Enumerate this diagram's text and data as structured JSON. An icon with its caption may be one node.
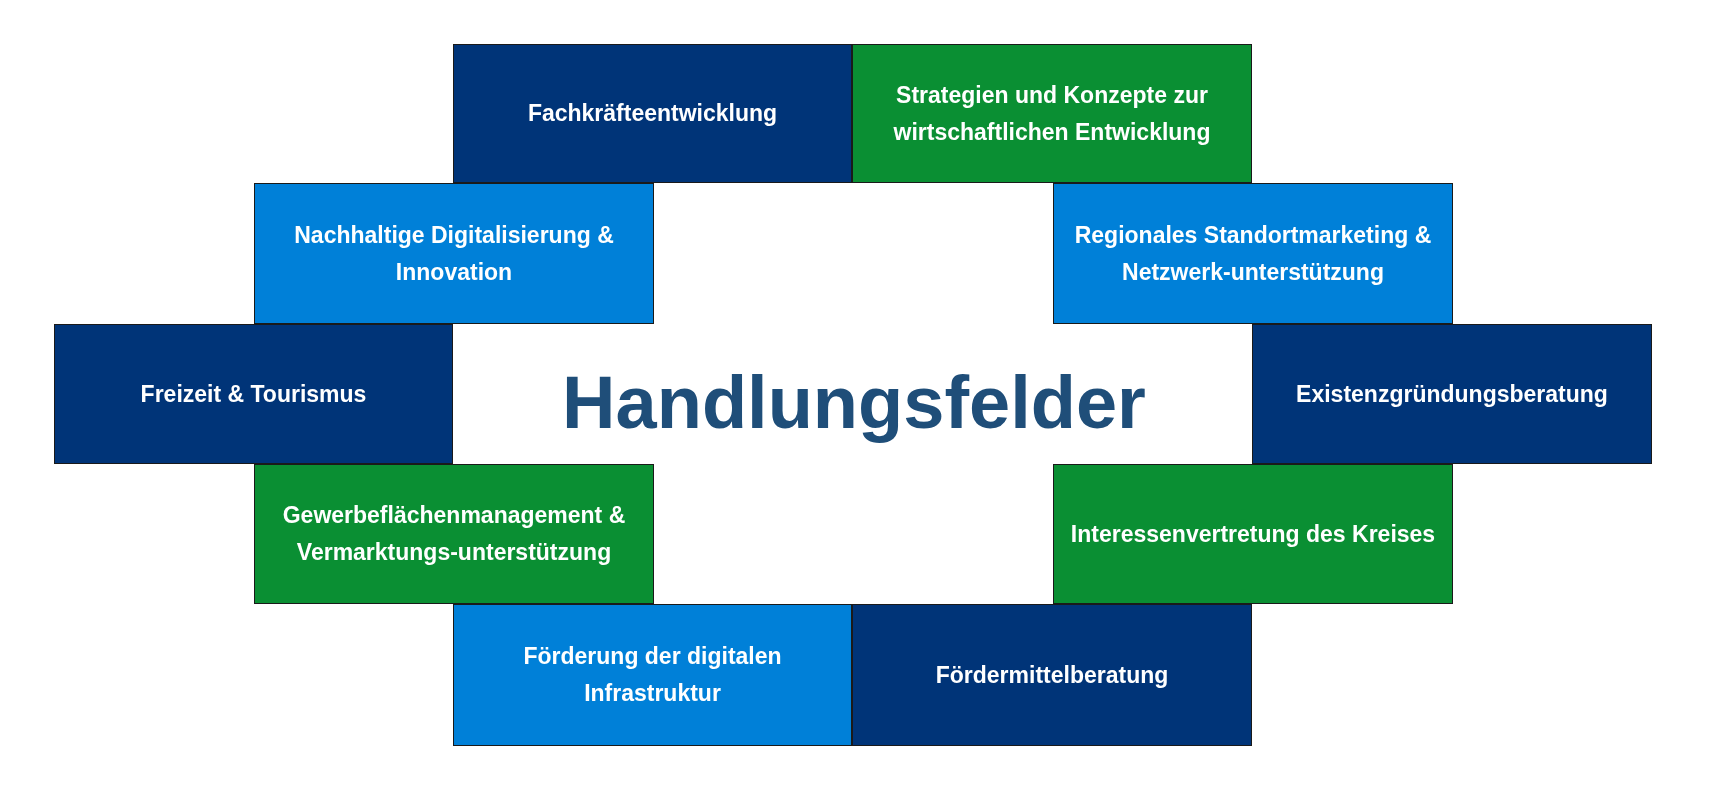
{
  "diagram": {
    "title": "Handlungsfelder",
    "nodes": [
      {
        "text": [
          "Fachkräfteentwicklung"
        ]
      },
      {
        "text": [
          "Strategien und Konzepte zur wirtschaftlichen Entwicklung"
        ]
      },
      {
        "text": [
          "Nachhaltige Digitalisierung & Innovation"
        ]
      },
      {
        "text": [
          "Regionales Standortmarketing & Netzwerk-unterstützung"
        ]
      },
      {
        "text": [
          "Freizeit & Tourismus"
        ]
      },
      {
        "text": [
          "Existenzgründungsberatung"
        ]
      },
      {
        "text": [
          "Gewerbeflächenmanagement & Vermarktungs-unterstützung"
        ]
      },
      {
        "text": [
          "Interessenvertretung des Kreises"
        ]
      },
      {
        "text": [
          "Förderung der digitalen Infrastruktur"
        ]
      },
      {
        "text": [
          "Fördermittelberatung"
        ]
      }
    ]
  }
}
